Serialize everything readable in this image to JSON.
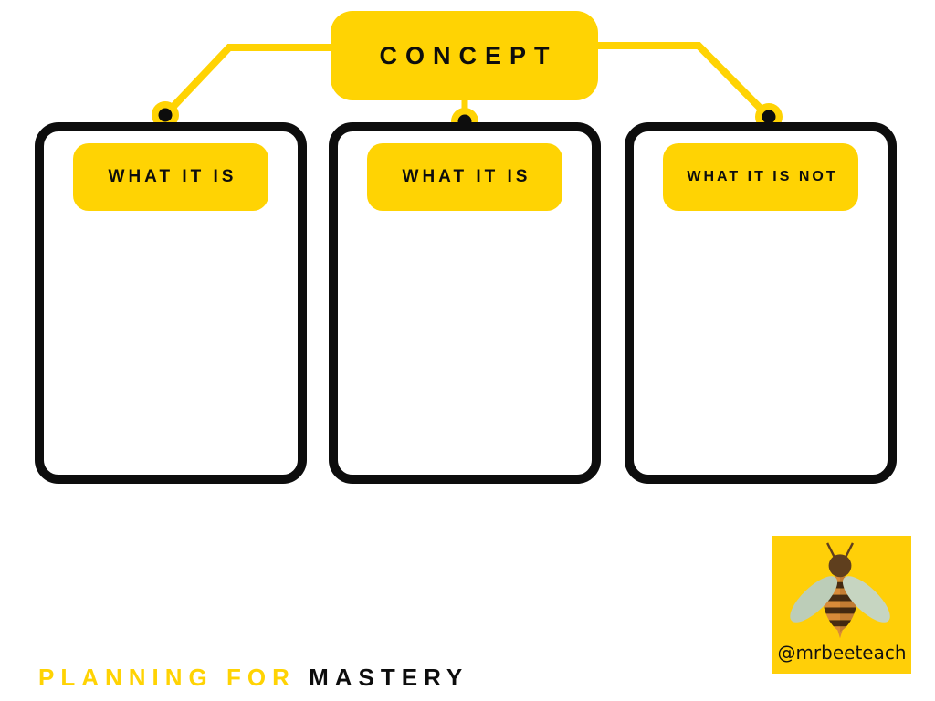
{
  "concept": {
    "label": "CONCEPT"
  },
  "cards": [
    {
      "label": "WHAT IT IS"
    },
    {
      "label": "WHAT IT IS"
    },
    {
      "label": "WHAT IT IS NOT"
    }
  ],
  "footer": {
    "highlight": "PLANNING FOR",
    "rest": "MASTERY"
  },
  "logo": {
    "handle": "@mrbeeteach",
    "icon": "bee-icon"
  },
  "colors": {
    "yellow": "#ffd303",
    "logo_yellow": "#ffcf08",
    "ink": "#0d0d0d",
    "wing_green_left": "#bccdb8",
    "wing_green_right": "#c6d5c1",
    "bee_brown": "#5f3f1e",
    "stripe_orange": "#d98b39",
    "stripe_brown": "#4a2d12"
  }
}
